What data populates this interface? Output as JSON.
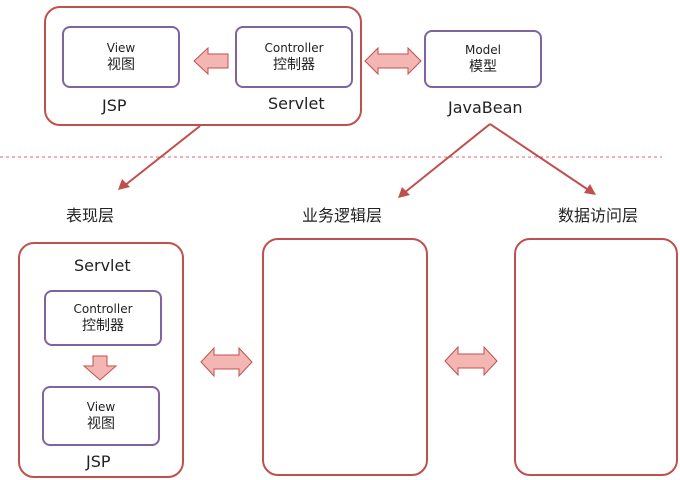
{
  "top": {
    "view": {
      "en": "View",
      "zh": "视图"
    },
    "controller": {
      "en": "Controller",
      "zh": "控制器"
    },
    "model": {
      "en": "Model",
      "zh": "模型"
    },
    "jsp_label": "JSP",
    "servlet_label": "Servlet",
    "javabean_label": "JavaBean"
  },
  "layers": {
    "presentation": "表现层",
    "business": "业务逻辑层",
    "data_access": "数据访问层"
  },
  "bottom": {
    "servlet_label": "Servlet",
    "controller": {
      "en": "Controller",
      "zh": "控制器"
    },
    "view": {
      "en": "View",
      "zh": "视图"
    },
    "jsp_label": "JSP"
  },
  "colors": {
    "outer_border": "#c0504d",
    "inner_border": "#8064a2",
    "arrow_fill": "#f4b6b3",
    "arrow_stroke": "#c0504d",
    "divider": "#e06666"
  }
}
